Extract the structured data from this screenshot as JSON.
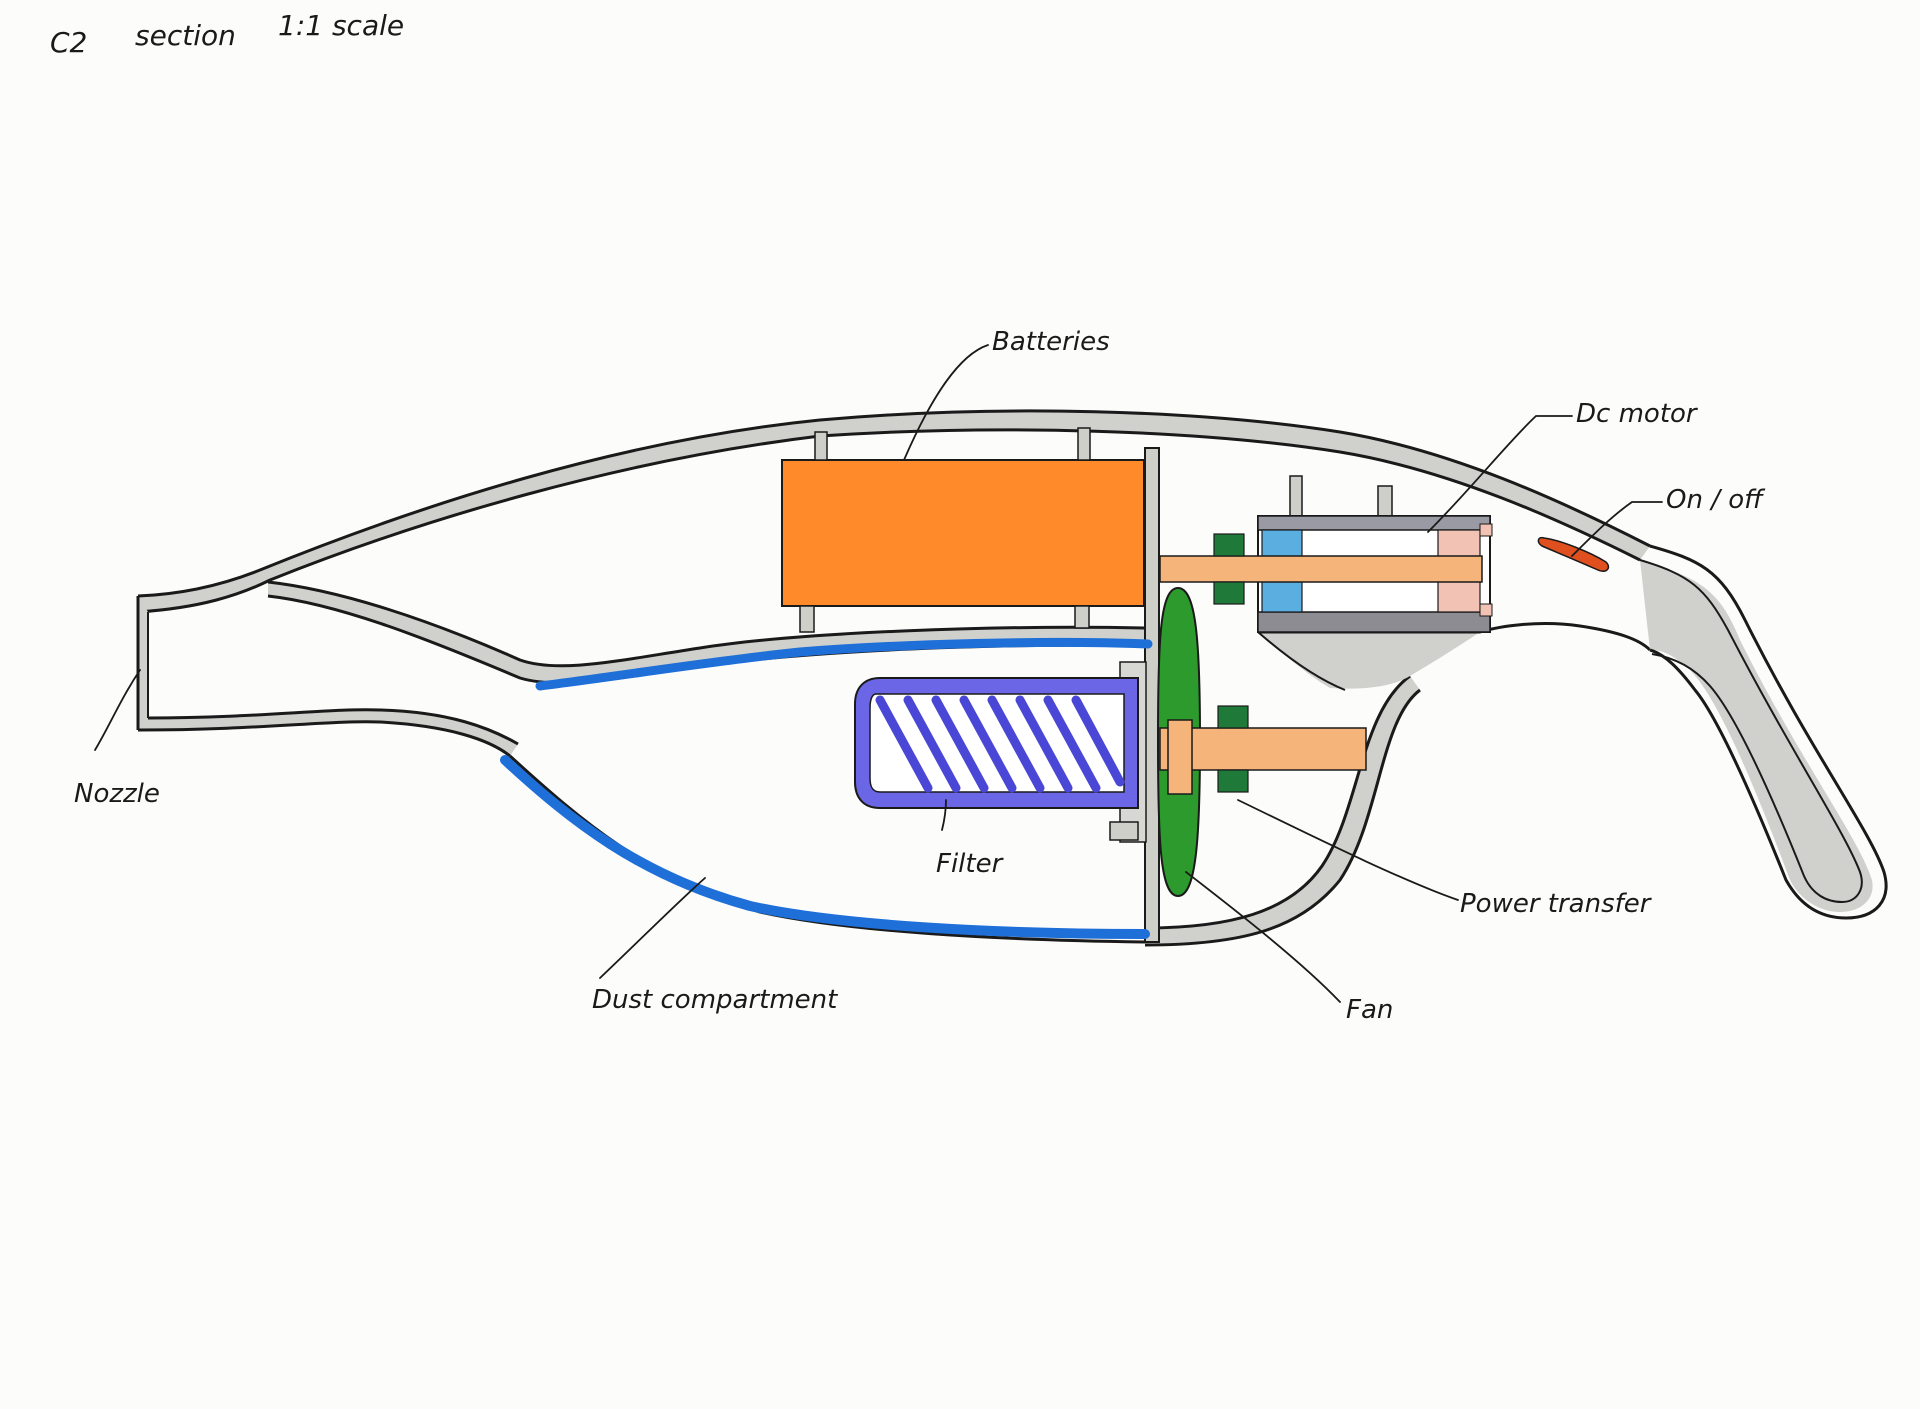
{
  "title": {
    "prefix": "C2",
    "section": "section",
    "scale": "1:1 scale"
  },
  "labels": {
    "batteries": "Batteries",
    "dc_motor": "Dc motor",
    "on_off": "On / off",
    "nozzle": "Nozzle",
    "filter": "Filter",
    "power_transfer": "Power transfer",
    "dust_compartment": "Dust compartment",
    "fan": "Fan"
  },
  "colors": {
    "shell": "#cfcfca",
    "batteries": "#ff8a2a",
    "dust": "#1e6fd8",
    "filter": "#4a47d6",
    "fan": "#2c9a2c",
    "shaft": "#f5b57a",
    "motor_blue": "#5aaee0",
    "motor_pink": "#f2c2b4",
    "gear_green": "#1f7a3a",
    "switch": "#e0501e"
  }
}
